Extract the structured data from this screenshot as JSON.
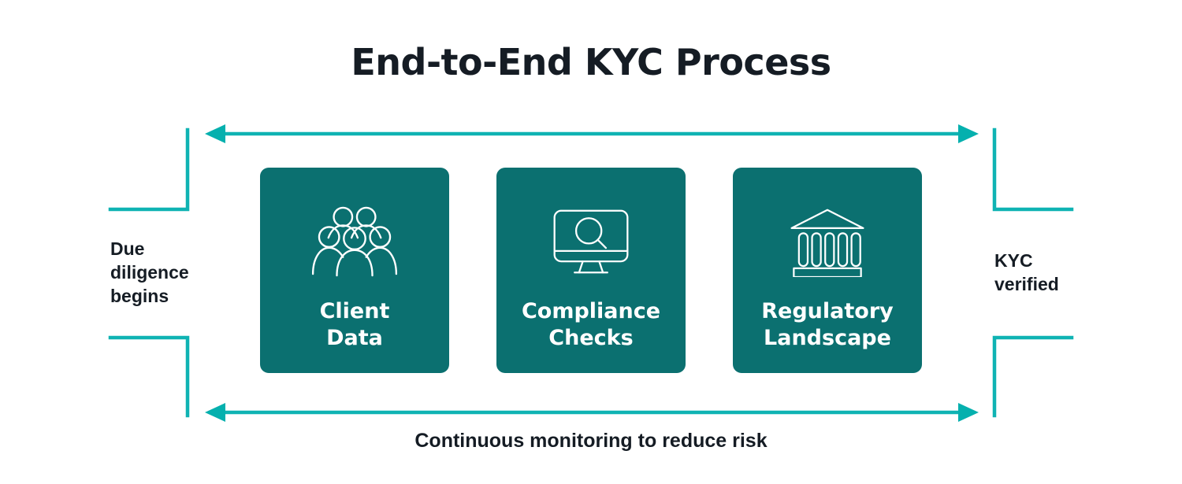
{
  "header": {
    "title": "End-to-End KYC Process"
  },
  "colors": {
    "card_teal": "#0B7070",
    "accent_teal": "#0FB3B3",
    "text_dark": "#151C24",
    "card_text": "#FFFFFF",
    "background": "#FFFFFF"
  },
  "left_label": {
    "text": "Due\ndiligence\nbegins"
  },
  "right_label": {
    "text": "KYC\nverified"
  },
  "bottom_caption": {
    "text": "Continuous monitoring to reduce risk"
  },
  "flow": {
    "top_arrow": {
      "direction": "left",
      "label": ""
    },
    "bottom_arrow": {
      "direction": "left",
      "label": ""
    },
    "brackets": [
      "top-left-bracket",
      "top-right-bracket",
      "bottom-left-bracket",
      "bottom-right-bracket"
    ]
  },
  "cards": [
    {
      "label": "Client\nData",
      "icon": "people-group-icon"
    },
    {
      "label": "Compliance\nChecks",
      "icon": "monitor-search-icon"
    },
    {
      "label": "Regulatory\nLandscape",
      "icon": "bank-building-icon"
    }
  ]
}
